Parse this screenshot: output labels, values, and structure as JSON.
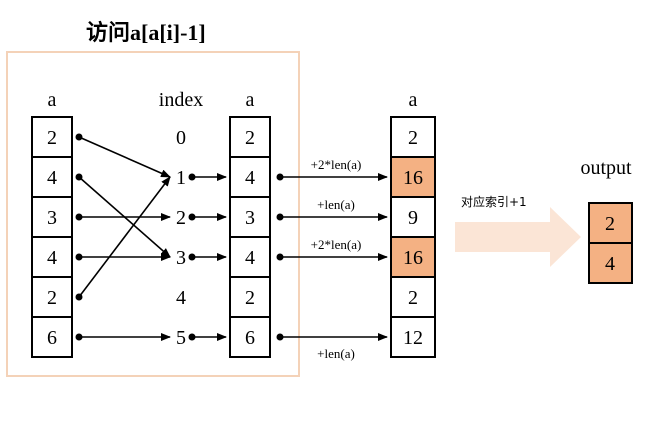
{
  "title": "访问a[a[i]-1]",
  "labels": {
    "a_left": "a",
    "index": "index",
    "a_mid": "a",
    "a_right": "a",
    "output": "output",
    "arrow_caption": "对应索引+1"
  },
  "col_a_left": [
    "2",
    "4",
    "3",
    "4",
    "2",
    "6"
  ],
  "col_index": [
    "0",
    "1",
    "2",
    "3",
    "4",
    "5"
  ],
  "col_a_mid": [
    "2",
    "4",
    "3",
    "4",
    "2",
    "6"
  ],
  "col_a_right": [
    "2",
    "16",
    "9",
    "16",
    "2",
    "12"
  ],
  "right_highlight": [
    false,
    true,
    false,
    true,
    false,
    false
  ],
  "increment_labels": [
    "+2*len(a)",
    "+len(a)",
    "+2*len(a)",
    "+len(a)"
  ],
  "output_values": [
    "2",
    "4"
  ],
  "colors": {
    "frame": "#f4d2b8",
    "highlight": "#f4b183",
    "big_arrow": "#fbe5d6",
    "stroke": "#000000"
  }
}
